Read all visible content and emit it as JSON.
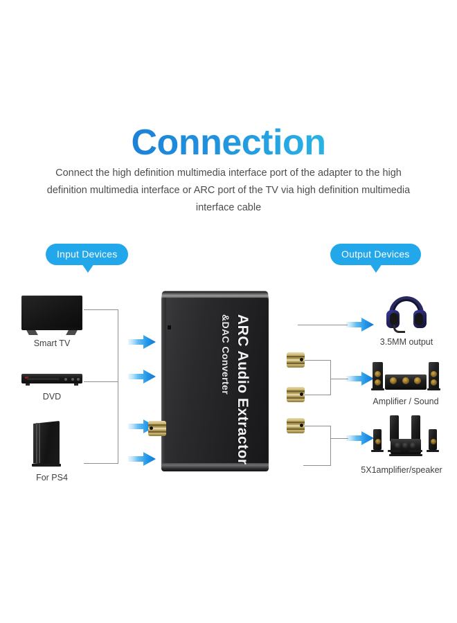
{
  "header": {
    "title": "Connection",
    "subtitle": "Connect the high definition multimedia interface port of the adapter to the high definition multimedia interface or ARC port of the TV via high definition multimedia interface cable",
    "title_gradient_from": "#1668cf",
    "title_gradient_to": "#2fc9ec"
  },
  "badges": {
    "input": "Input Devices",
    "output": "Output Devices",
    "color": "#21a7ea"
  },
  "device": {
    "line1": "ARC Audio Extractor",
    "line2": "&DAC Converter",
    "body_color": "#2a2a2c",
    "jack_color": "#c9b472"
  },
  "input_devices": [
    {
      "label": "Smart TV",
      "icon": "television-icon"
    },
    {
      "label": "DVD",
      "icon": "dvd-player-icon"
    },
    {
      "label": "For PS4",
      "icon": "game-console-icon"
    }
  ],
  "output_devices": [
    {
      "label": "3.5MM output",
      "icon": "headphones-icon"
    },
    {
      "label": "Amplifier / Sound",
      "icon": "amplifier-speakers-icon"
    },
    {
      "label": "5X1amplifier/speaker",
      "icon": "home-theater-icon"
    }
  ],
  "arrows": {
    "color": "#2196e8",
    "input_count": 4,
    "output_count": 3
  }
}
